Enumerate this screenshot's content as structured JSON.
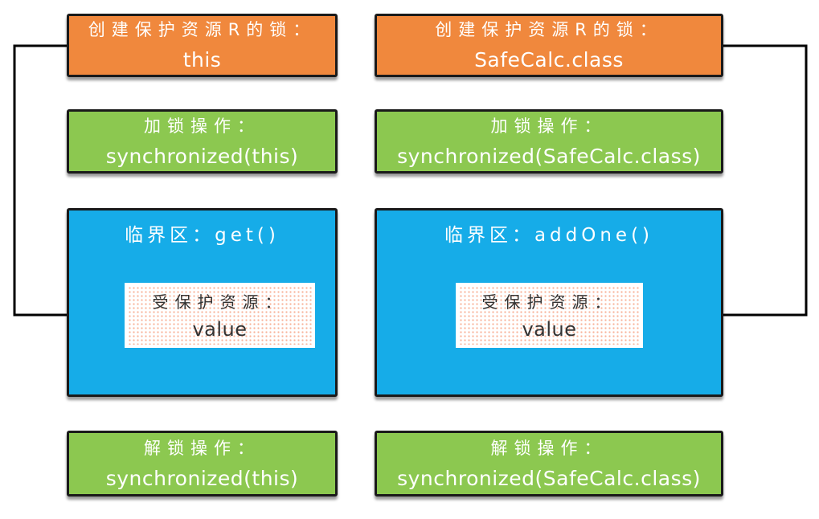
{
  "colors": {
    "orange": "#F0883D",
    "green": "#8CC850",
    "blue": "#16ACE8",
    "box-border": "#1A1A1A",
    "arrow": "#000000",
    "text-light": "#FFFFFF",
    "text-dark": "#333333",
    "dot": "#F7B198"
  },
  "left": {
    "create_lock": {
      "label": "创建保护资源R的锁：",
      "value": "this"
    },
    "lock": {
      "label": "加锁操作：",
      "value": "synchronized(this)"
    },
    "critical": {
      "title": "临界区：get()"
    },
    "resource": {
      "label": "受保护资源：",
      "value": "value"
    },
    "unlock": {
      "label": "解锁操作：",
      "value": "synchronized(this)"
    }
  },
  "right": {
    "create_lock": {
      "label": "创建保护资源R的锁：",
      "value": "SafeCalc.class"
    },
    "lock": {
      "label": "加锁操作：",
      "value": "synchronized(SafeCalc.class)"
    },
    "critical": {
      "title": "临界区：addOne()"
    },
    "resource": {
      "label": "受保护资源：",
      "value": "value"
    },
    "unlock": {
      "label": "解锁操作：",
      "value": "synchronized(SafeCalc.class)"
    }
  }
}
